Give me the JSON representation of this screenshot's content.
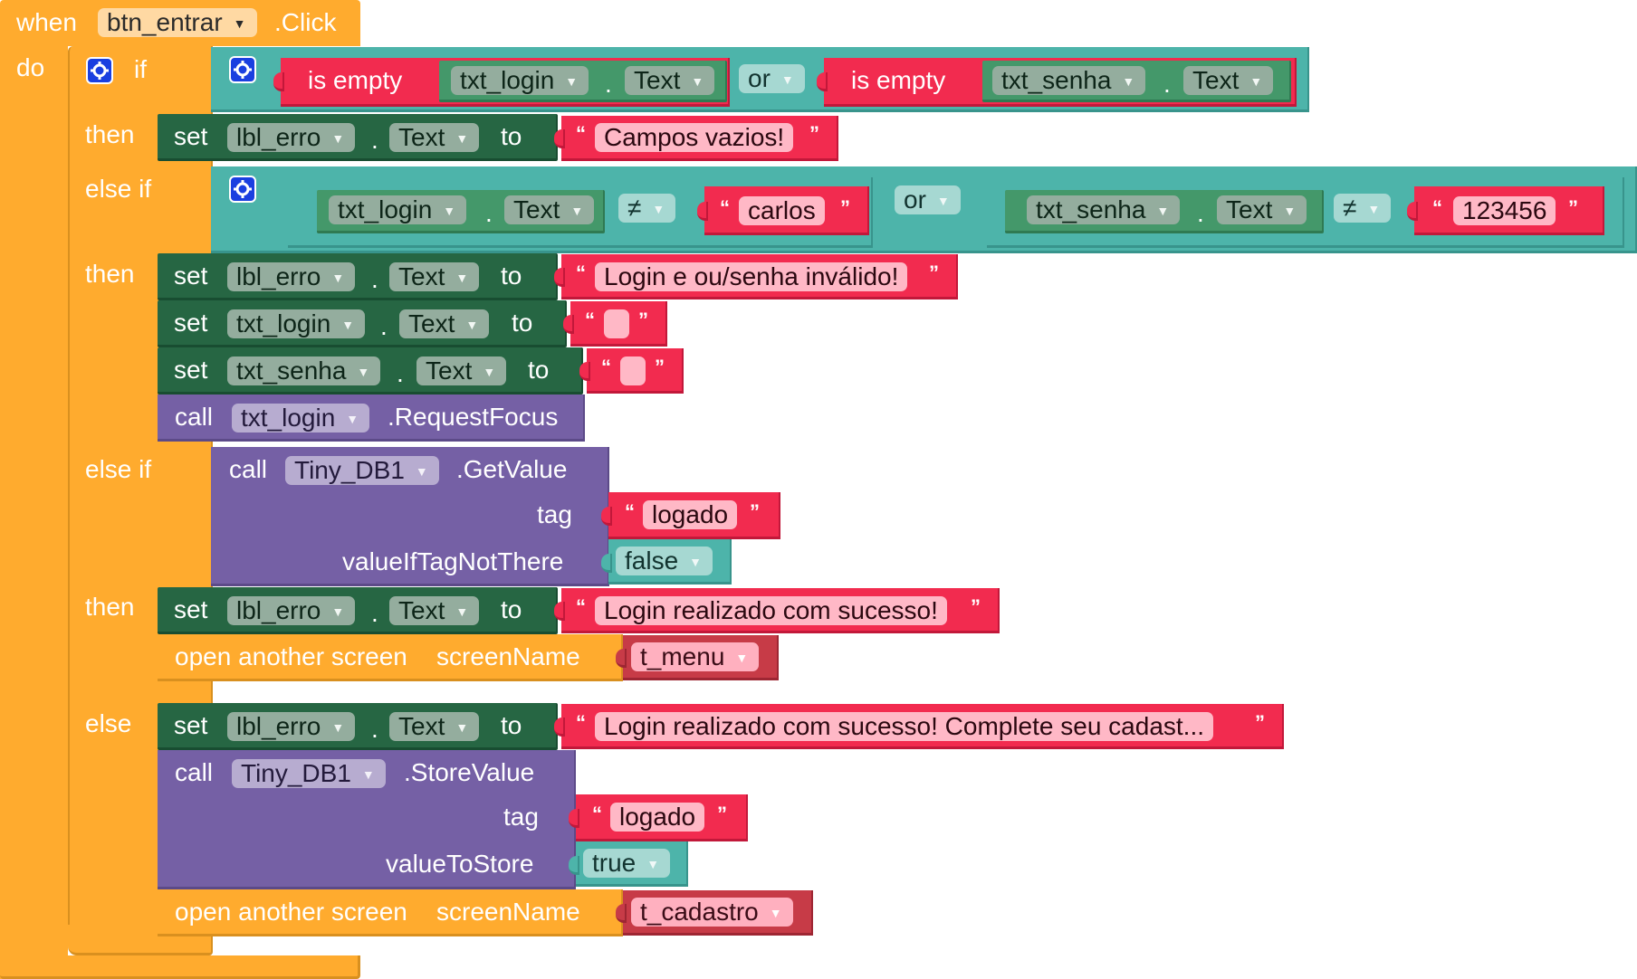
{
  "event": {
    "when": "when",
    "component": "btn_entrar",
    "event_name": ".Click",
    "do": "do"
  },
  "control": {
    "if": "if",
    "then": "then",
    "else_if": "else if",
    "else": "else"
  },
  "keywords": {
    "is_empty": "is empty",
    "or": "or",
    "set": "set",
    "to": "to",
    "dot": ".",
    "call": "call",
    "open_screen": "open another screen",
    "screen_name": "screenName",
    "tag": "tag",
    "value_if_tag_not_there": "valueIfTagNotThere",
    "value_to_store": "valueToStore",
    "neq": "≠",
    "open_quote": "“",
    "close_quote": "”"
  },
  "components": {
    "txt_login": "txt_login",
    "txt_senha": "txt_senha",
    "lbl_erro": "lbl_erro",
    "tiny_db": "Tiny_DB1"
  },
  "properties": {
    "text": "Text"
  },
  "methods": {
    "request_focus": ".RequestFocus",
    "get_value": ".GetValue",
    "store_value": ".StoreValue"
  },
  "strings": {
    "campos_vazios": "Campos vazios!",
    "carlos": "carlos",
    "senha_valor": "123456",
    "login_invalido": "Login e ou/senha inválido!",
    "empty": "",
    "logado": "logado",
    "login_sucesso": "Login realizado com sucesso!",
    "login_sucesso_cadastro": "Login realizado com sucesso! Complete seu cadast..."
  },
  "booleans": {
    "false": "false",
    "true": "true"
  },
  "screens": {
    "menu": "t_menu",
    "cadastro": "t_cadastro"
  },
  "colors": {
    "event_control": "#ffab2e",
    "logic_text": "#4db4aa",
    "setter": "#266643",
    "method_call": "#7560a5",
    "string": "#f22b4f",
    "screen_name": "#c73b47",
    "mutator": "#1a3fe0"
  }
}
